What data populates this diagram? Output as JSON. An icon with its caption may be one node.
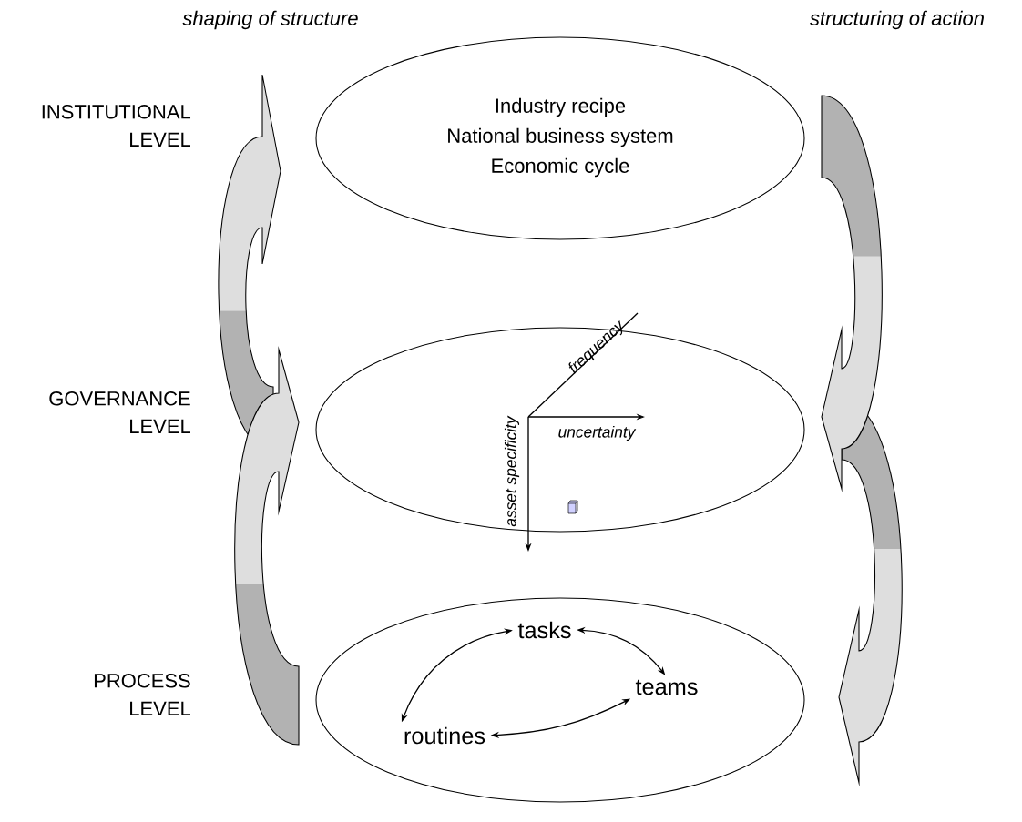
{
  "diagram": {
    "nodes": [
      {
        "text": [
          "Industry recipe",
          "National business system",
          "Economic cycle"
        ]
      },
      {
        "text": [
          "frequency",
          "uncertainty",
          "asset specificity"
        ]
      },
      {
        "text": [],
        "shape": "ellipse"
      },
      {
        "text": [
          "tasks"
        ],
        "in": 2
      },
      {
        "text": [
          "teams"
        ],
        "in": 2
      },
      {
        "text": [
          "routines"
        ],
        "in": 2
      }
    ],
    "edges": [
      {
        "from": 1,
        "to": 0,
        "arrow": "to"
      },
      {
        "from": 2,
        "to": 1,
        "arrow": "to"
      },
      {
        "from": 1,
        "to": 2,
        "arrow": "to"
      },
      {
        "from": 0,
        "to": 1,
        "arrow": "to"
      },
      {
        "from": 3,
        "to": 4,
        "arrow": "both"
      },
      {
        "from": 4,
        "to": 5,
        "arrow": "both"
      },
      {
        "from": 5,
        "to": 3,
        "arrow": "both"
      }
    ],
    "labels": [
      "shaping of structure",
      "structuring of action",
      "INSTITUTIONAL LEVEL",
      "GOVERNANCE LEVEL",
      "PROCESS LEVEL"
    ]
  }
}
